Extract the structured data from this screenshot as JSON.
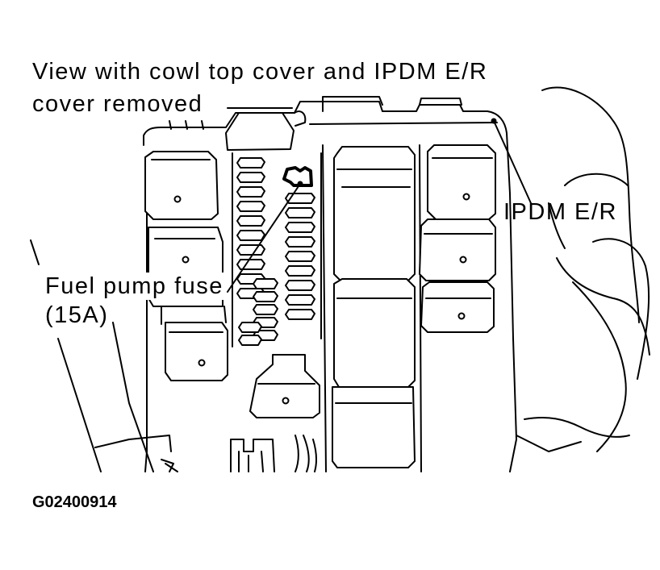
{
  "labels": {
    "view_line1": "View with cowl top cover and IPDM E/R",
    "view_line2": "cover removed",
    "ipdm": "IPDM E/R",
    "fuel_line1": "Fuel pump fuse",
    "fuel_line2": "(15A)"
  },
  "figure_code": "G02400914"
}
